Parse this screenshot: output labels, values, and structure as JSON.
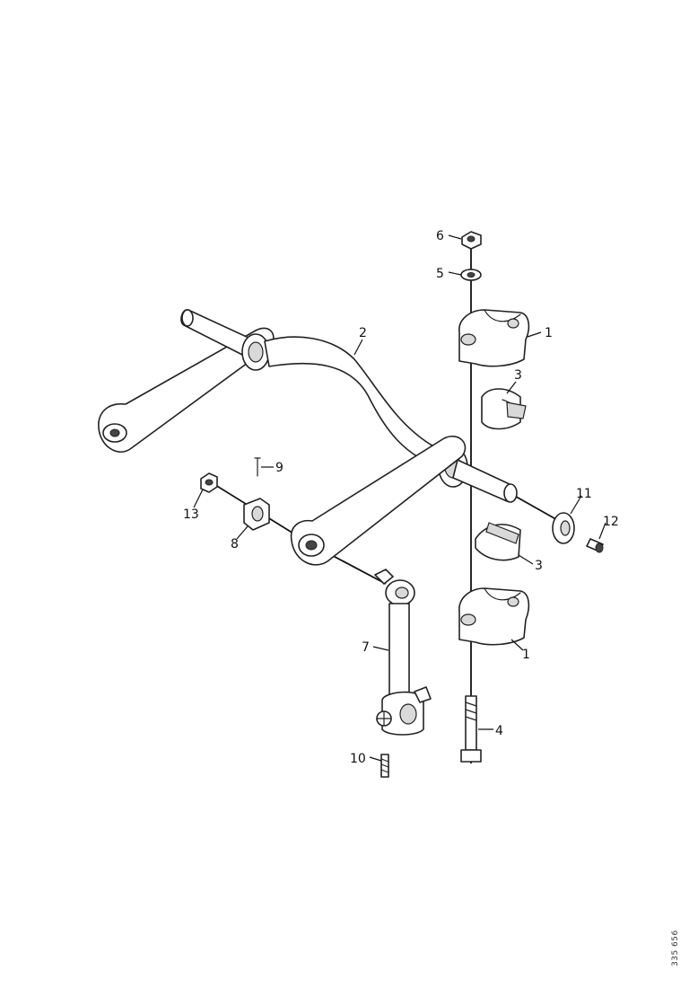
{
  "diagram": {
    "callouts": {
      "c1_top": "1",
      "c1_bottom": "1",
      "c2": "2",
      "c3_top": "3",
      "c3_bottom": "3",
      "c4": "4",
      "c5": "5",
      "c6": "6",
      "c7": "7",
      "c8": "8",
      "c9": "9",
      "c10": "10",
      "c11": "11",
      "c12": "12",
      "c13": "13"
    },
    "reference_code": "335 656"
  }
}
